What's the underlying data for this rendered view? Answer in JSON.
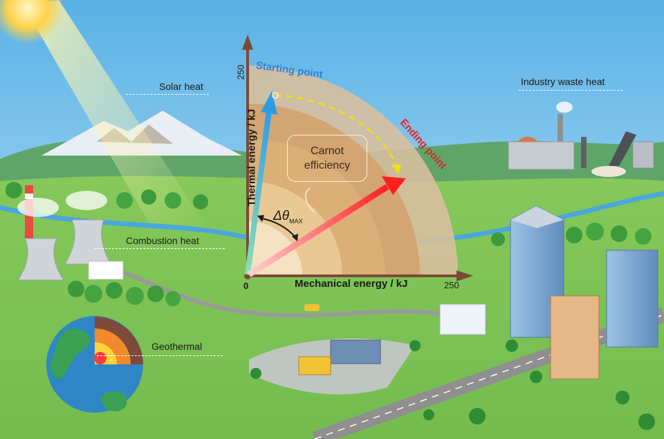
{
  "heat_sources": {
    "solar": "Solar heat",
    "combustion": "Combustion heat",
    "geothermal": "Geothermal",
    "industry": "Industry waste heat"
  },
  "chart": {
    "y_axis_label": "Thermal energy / kJ",
    "x_axis_label": "Mechanical energy / kJ",
    "origin_label": "0",
    "x_max_label": "250",
    "y_max_label": "250",
    "start_label": "Starting point",
    "end_label": "Ending point",
    "efficiency_line1": "Carnot",
    "efficiency_line2": "efficiency",
    "delta_symbol": "Δθ",
    "delta_subscript": "MAX"
  },
  "colors": {
    "sky": "#7fc4ea",
    "grass": "#7cc456",
    "axis": "#7a4a36",
    "start_arrow": "#39a6e6",
    "end_arrow": "#ff2a2a",
    "start_text": "#2a84dd",
    "end_text": "#e52222",
    "path": "#f2e200"
  }
}
